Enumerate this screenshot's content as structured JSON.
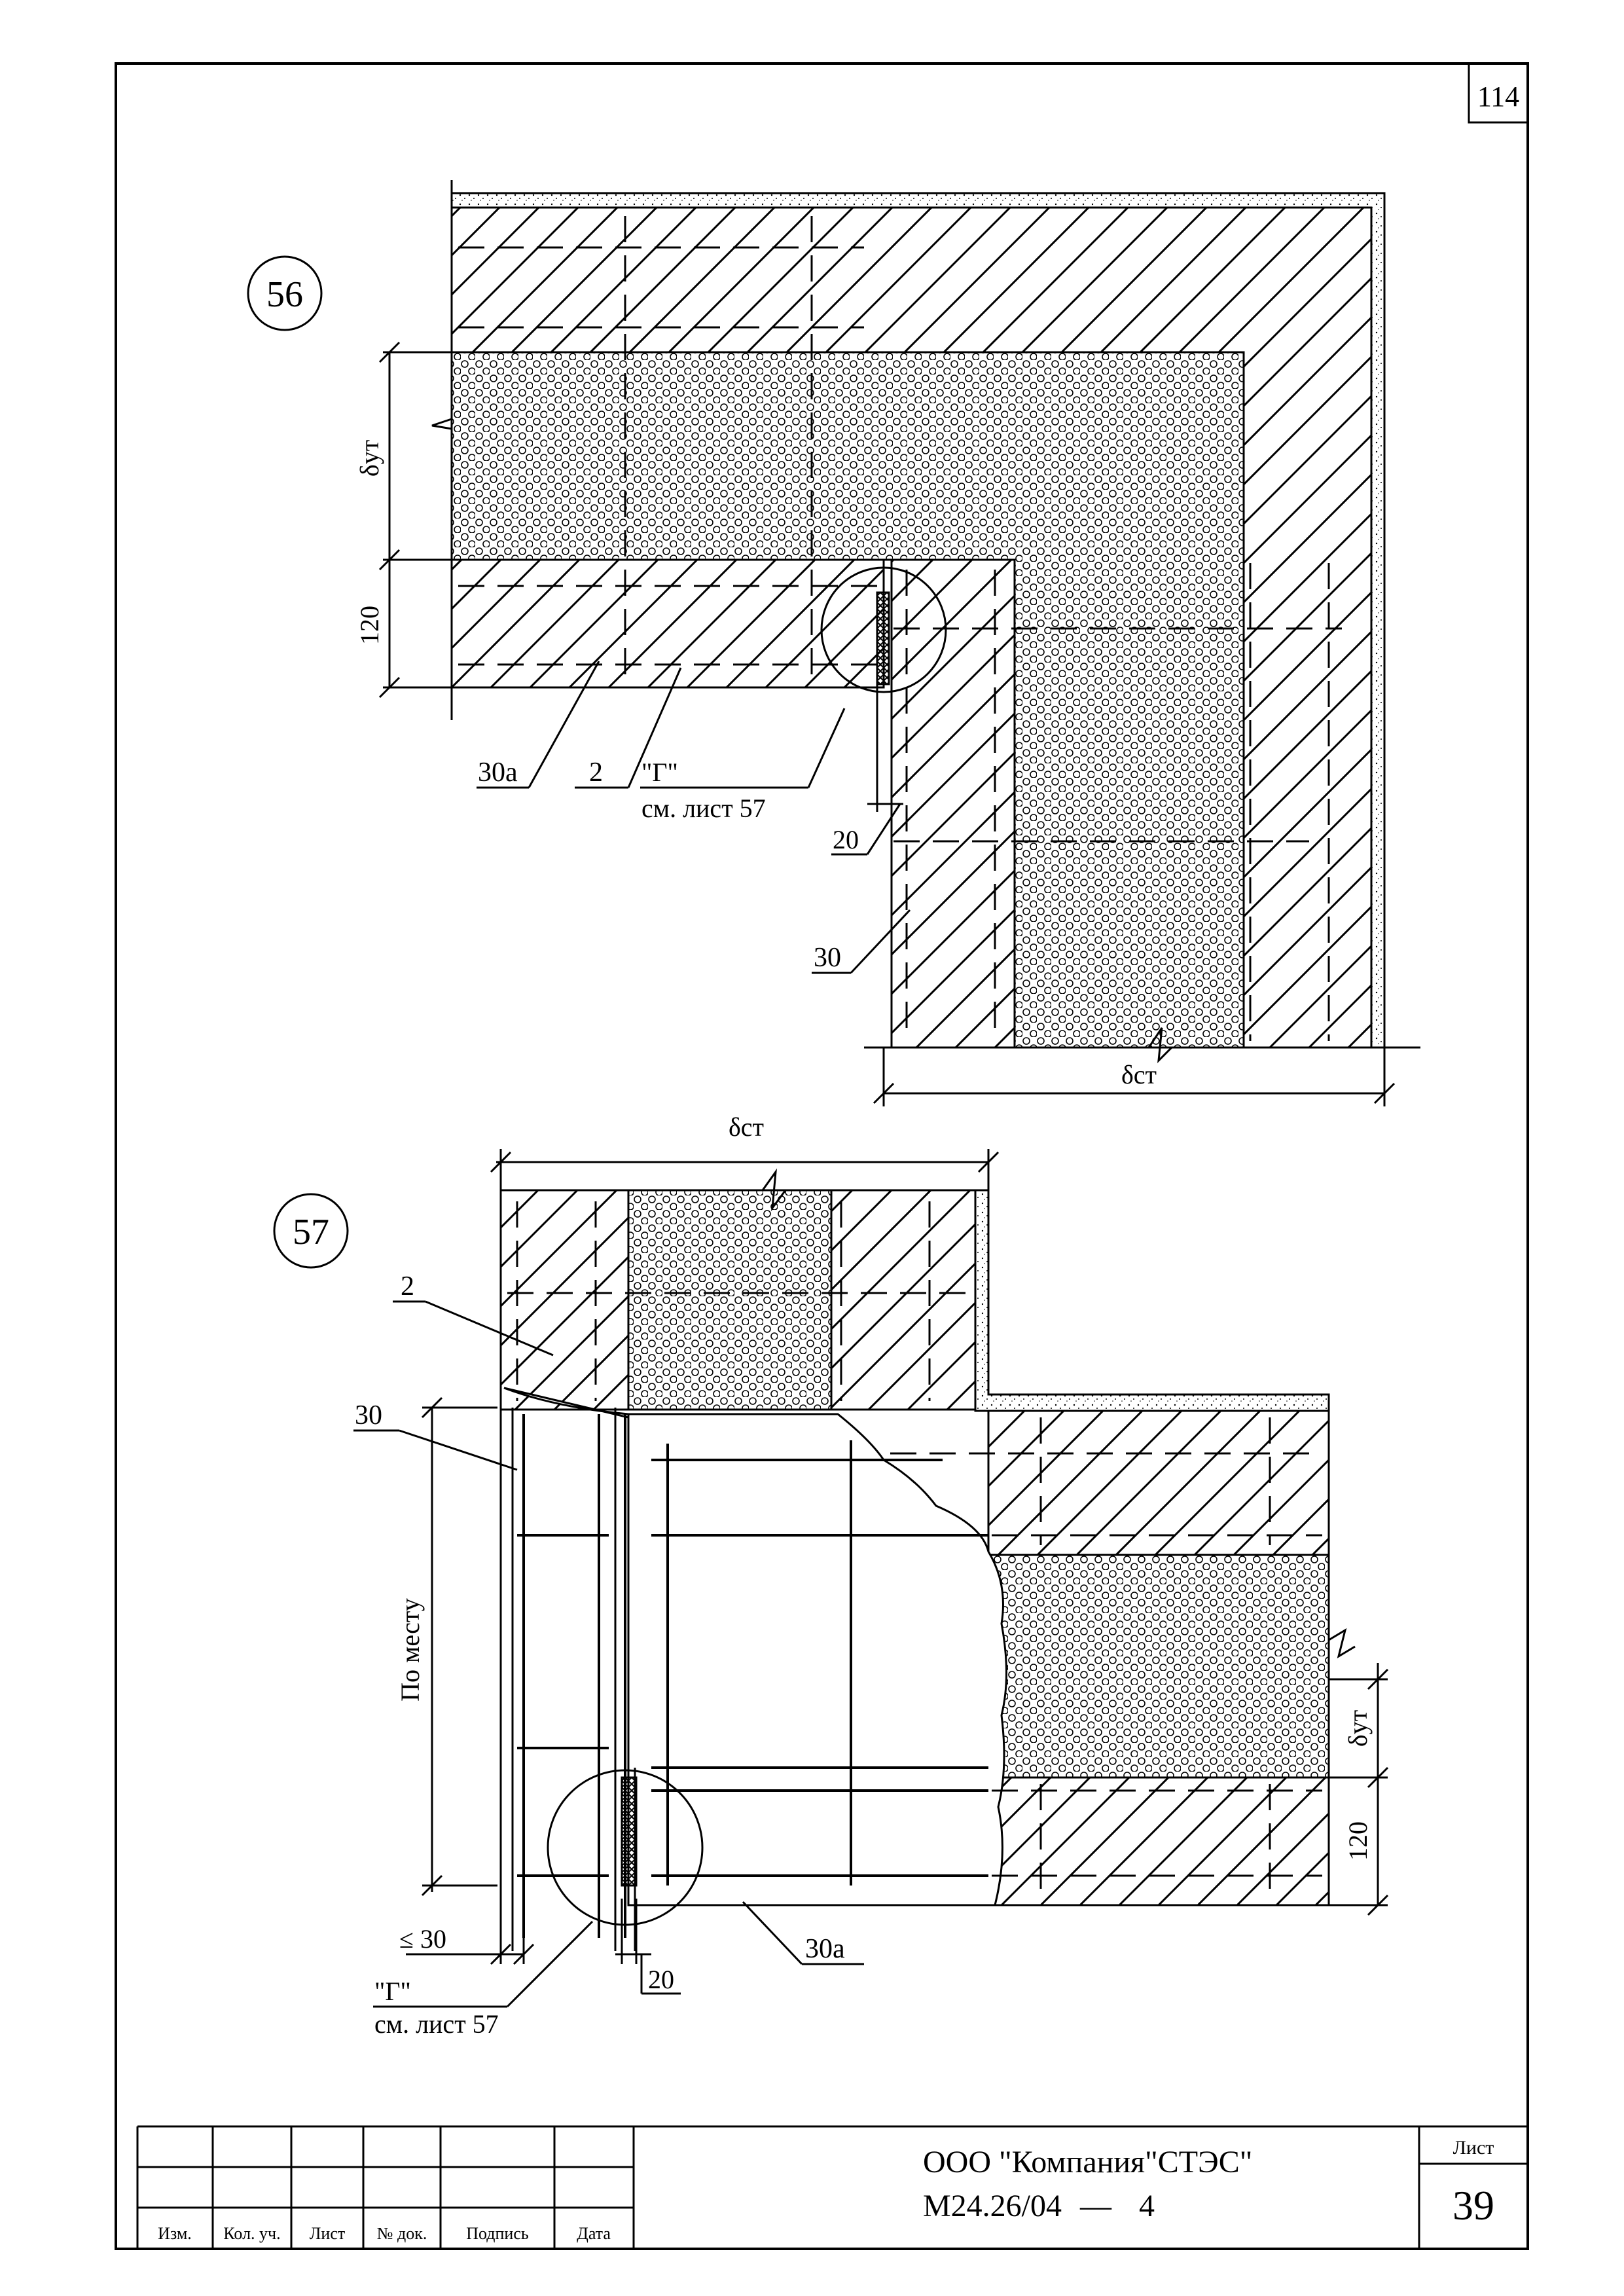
{
  "sheet_number": "114",
  "details": {
    "d56": {
      "number": "56",
      "dim_insulation": "δут",
      "dim_120": "120",
      "dim_wall": "δст",
      "dim_20": "20",
      "label_30a": "30а",
      "label_2": "2",
      "label_30": "30",
      "callout_g": "\"Г\"",
      "callout_ref": "см. лист 57"
    },
    "d57": {
      "number": "57",
      "dim_wall": "δст",
      "label_2": "2",
      "label_30": "30",
      "dim_place": "По месту",
      "dim_insulation": "δут",
      "dim_120": "120",
      "dim_le30": "≤ 30",
      "dim_20": "20",
      "label_30a": "30а",
      "callout_g": "\"Г\"",
      "callout_ref": "см. лист 57"
    }
  },
  "title_block": {
    "headers": [
      "Изм.",
      "Кол. уч.",
      "Лист",
      "№ док.",
      "Подпись",
      "Дата"
    ],
    "company": "ООО \"Компания\"СТЭС\"",
    "doc_code": "М24.26/04",
    "dash": "—",
    "doc_part": "4",
    "sheet_label": "Лист",
    "sheet_no": "39"
  }
}
